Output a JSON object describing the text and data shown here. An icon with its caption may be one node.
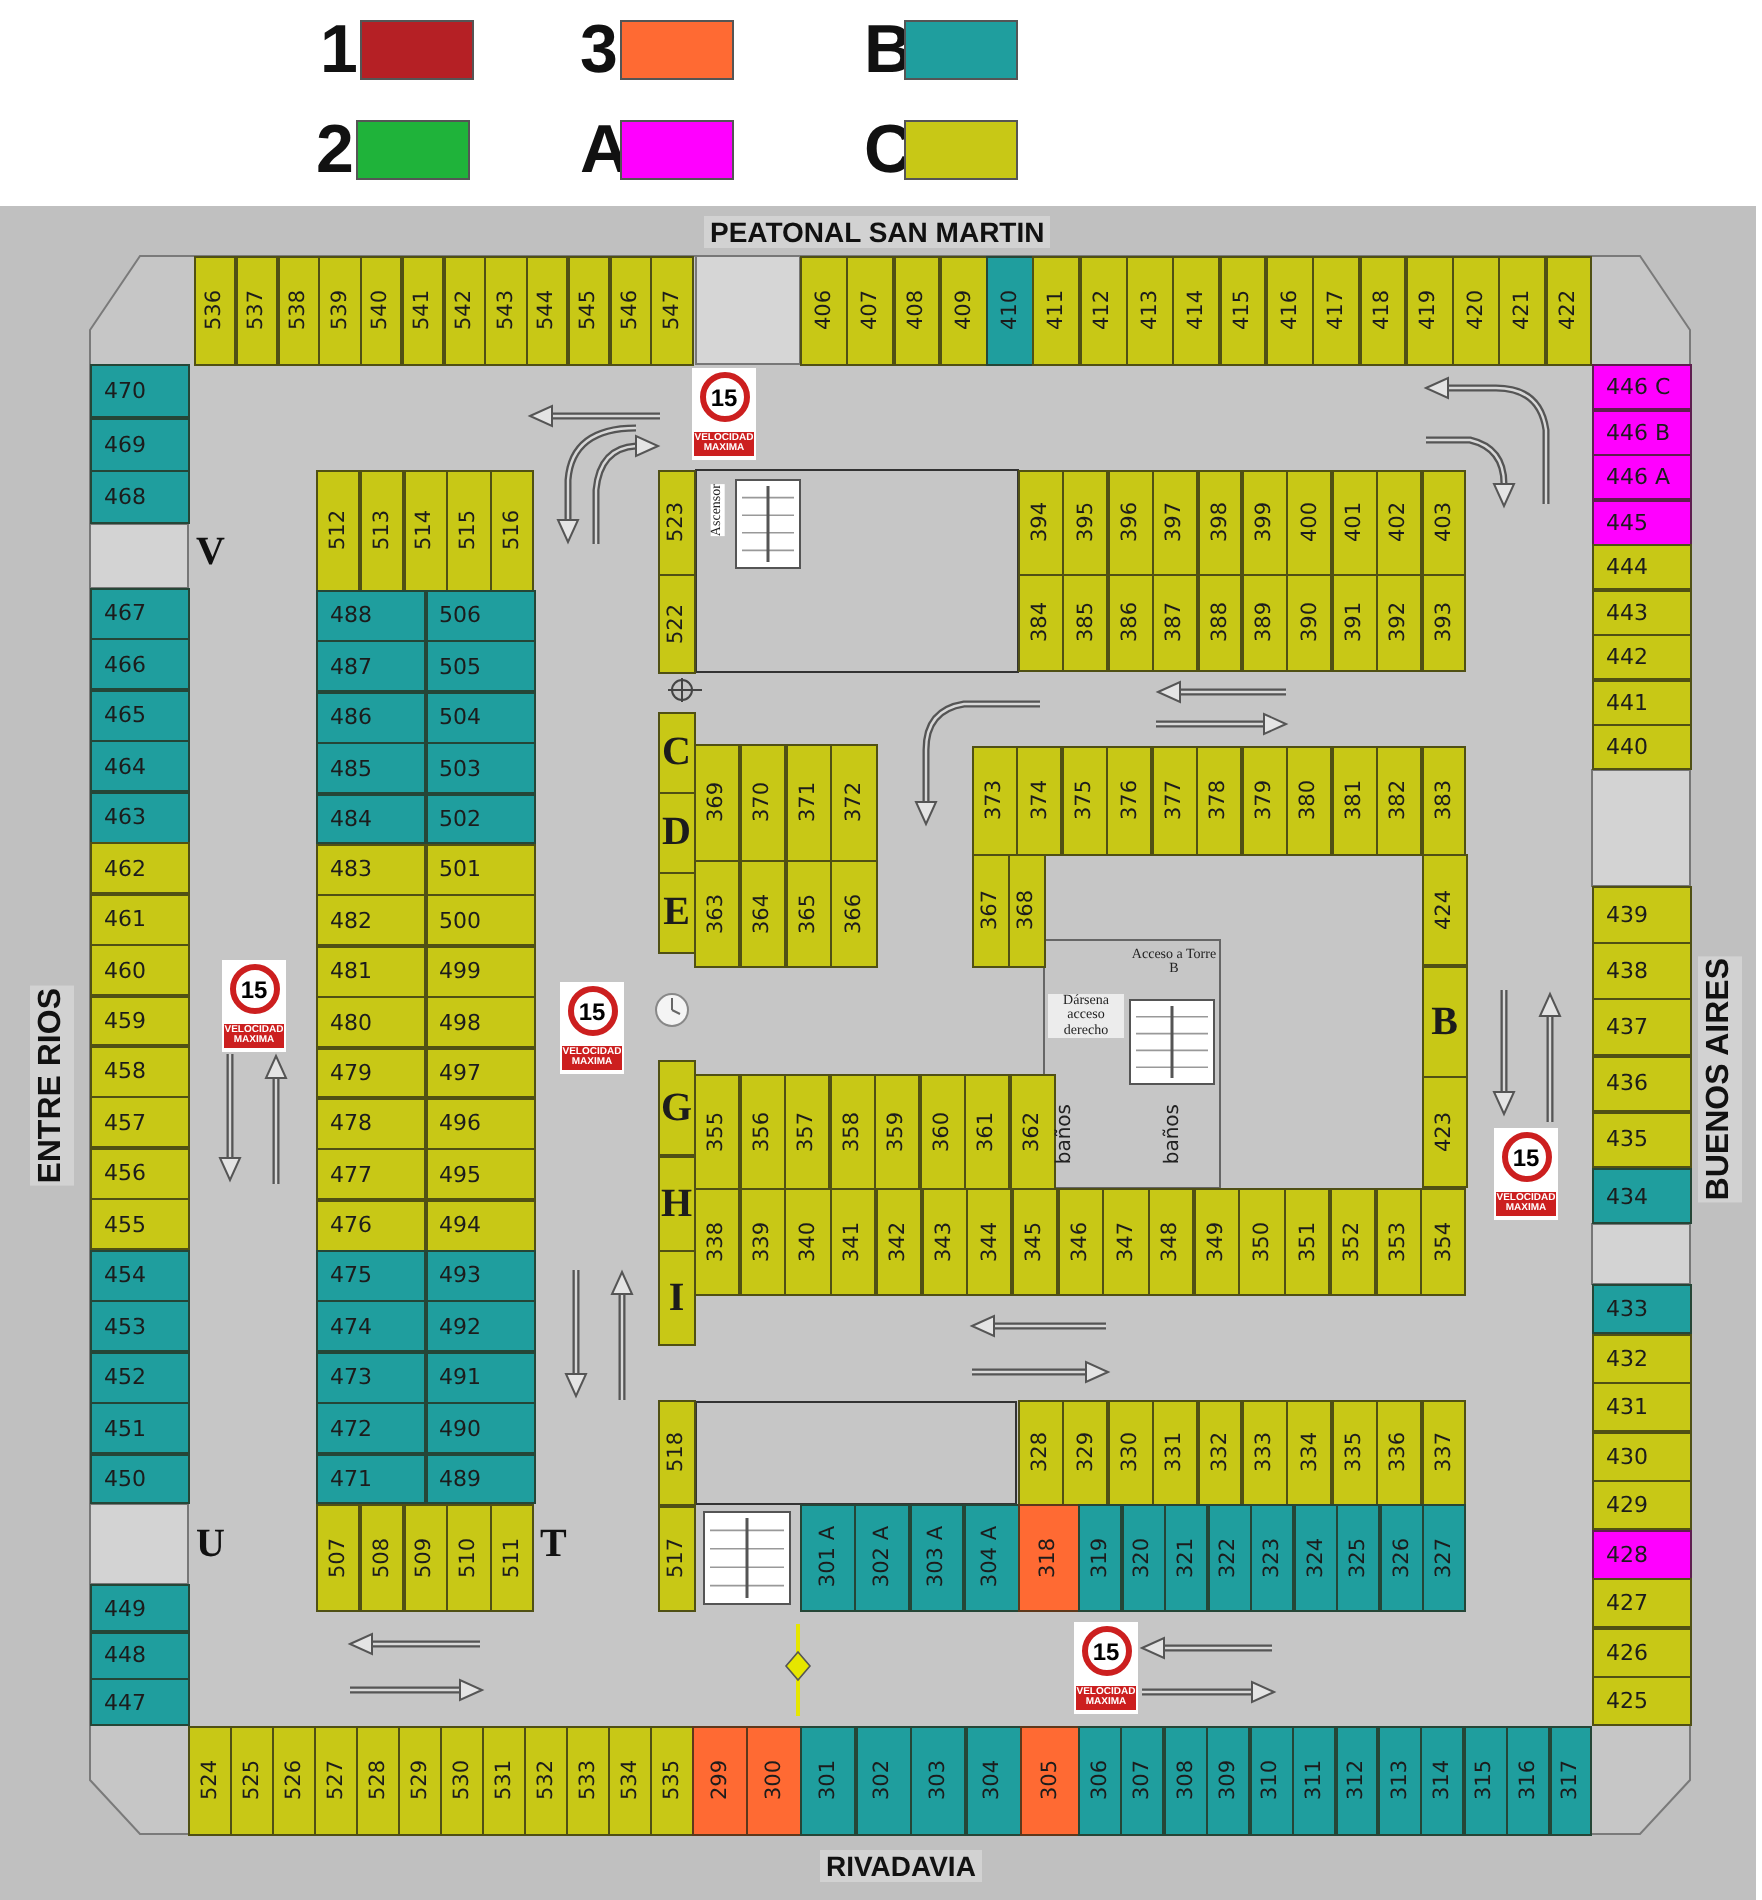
{
  "diagram": {
    "nodes": [
      {
        "text": [
          "536"
        ]
      },
      {
        "text": [
          "537"
        ]
      },
      {
        "text": [
          "538"
        ]
      },
      {
        "text": [
          "539"
        ]
      },
      {
        "text": [
          "540"
        ]
      },
      {
        "text": [
          "541"
        ]
      },
      {
        "text": [
          "542"
        ]
      },
      {
        "text": [
          "543"
        ]
      },
      {
        "text": [
          "544"
        ]
      },
      {
        "text": [
          "545"
        ]
      },
      {
        "text": [
          "546"
        ]
      },
      {
        "text": [
          "547"
        ]
      },
      {
        "text": [
          "406"
        ]
      },
      {
        "text": [
          "407"
        ]
      },
      {
        "text": [
          "408"
        ]
      },
      {
        "text": [
          "409"
        ]
      },
      {
        "text": [
          "410"
        ]
      },
      {
        "text": [
          "411"
        ]
      },
      {
        "text": [
          "412"
        ]
      },
      {
        "text": [
          "413"
        ]
      },
      {
        "text": [
          "414"
        ]
      },
      {
        "text": [
          "415"
        ]
      },
      {
        "text": [
          "416"
        ]
      },
      {
        "text": [
          "417"
        ]
      },
      {
        "text": [
          "418"
        ]
      },
      {
        "text": [
          "419"
        ]
      },
      {
        "text": [
          "420"
        ]
      },
      {
        "text": [
          "421"
        ]
      },
      {
        "text": [
          "422"
        ]
      },
      {
        "text": [
          "470"
        ]
      },
      {
        "text": [
          "469"
        ]
      },
      {
        "text": [
          "468"
        ]
      },
      {
        "text": [
          "467"
        ]
      },
      {
        "text": [
          "466"
        ]
      },
      {
        "text": [
          "465"
        ]
      },
      {
        "text": [
          "464"
        ]
      },
      {
        "text": [
          "463"
        ]
      },
      {
        "text": [
          "462"
        ]
      },
      {
        "text": [
          "461"
        ]
      },
      {
        "text": [
          "460"
        ]
      },
      {
        "text": [
          "459"
        ]
      },
      {
        "text": [
          "458"
        ]
      },
      {
        "text": [
          "457"
        ]
      },
      {
        "text": [
          "456"
        ]
      },
      {
        "text": [
          "455"
        ]
      },
      {
        "text": [
          "454"
        ]
      },
      {
        "text": [
          "453"
        ]
      },
      {
        "text": [
          "452"
        ]
      },
      {
        "text": [
          "451"
        ]
      },
      {
        "text": [
          "450"
        ]
      },
      {
        "text": [
          "449"
        ]
      },
      {
        "text": [
          "448"
        ]
      },
      {
        "text": [
          "447"
        ]
      },
      {
        "text": [
          "446 C"
        ]
      },
      {
        "text": [
          "446 B"
        ]
      },
      {
        "text": [
          "446 A"
        ]
      },
      {
        "text": [
          "445"
        ]
      },
      {
        "text": [
          "444"
        ]
      },
      {
        "text": [
          "443"
        ]
      },
      {
        "text": [
          "442"
        ]
      },
      {
        "text": [
          "441"
        ]
      },
      {
        "text": [
          "440"
        ]
      },
      {
        "text": [
          "439"
        ]
      },
      {
        "text": [
          "438"
        ]
      },
      {
        "text": [
          "437"
        ]
      },
      {
        "text": [
          "436"
        ]
      },
      {
        "text": [
          "435"
        ]
      },
      {
        "text": [
          "434"
        ]
      },
      {
        "text": [
          "433"
        ]
      },
      {
        "text": [
          "432"
        ]
      },
      {
        "text": [
          "431"
        ]
      },
      {
        "text": [
          "430"
        ]
      },
      {
        "text": [
          "429"
        ]
      },
      {
        "text": [
          "428"
        ]
      },
      {
        "text": [
          "427"
        ]
      },
      {
        "text": [
          "426"
        ]
      },
      {
        "text": [
          "425"
        ]
      },
      {
        "text": [
          "524"
        ]
      },
      {
        "text": [
          "525"
        ]
      },
      {
        "text": [
          "526"
        ]
      },
      {
        "text": [
          "527"
        ]
      },
      {
        "text": [
          "528"
        ]
      },
      {
        "text": [
          "529"
        ]
      },
      {
        "text": [
          "530"
        ]
      },
      {
        "text": [
          "531"
        ]
      },
      {
        "text": [
          "532"
        ]
      },
      {
        "text": [
          "533"
        ]
      },
      {
        "text": [
          "534"
        ]
      },
      {
        "text": [
          "535"
        ]
      },
      {
        "text": [
          "299"
        ]
      },
      {
        "text": [
          "300"
        ]
      },
      {
        "text": [
          "301"
        ]
      },
      {
        "text": [
          "302"
        ]
      },
      {
        "text": [
          "303"
        ]
      },
      {
        "text": [
          "304"
        ]
      },
      {
        "text": [
          "305"
        ]
      },
      {
        "text": [
          "306"
        ]
      },
      {
        "text": [
          "307"
        ]
      },
      {
        "text": [
          "308"
        ]
      },
      {
        "text": [
          "309"
        ]
      },
      {
        "text": [
          "310"
        ]
      },
      {
        "text": [
          "311"
        ]
      },
      {
        "text": [
          "312"
        ]
      },
      {
        "text": [
          "313"
        ]
      },
      {
        "text": [
          "314"
        ]
      },
      {
        "text": [
          "315"
        ]
      },
      {
        "text": [
          "316"
        ]
      },
      {
        "text": [
          "317"
        ]
      },
      {
        "text": [
          "512"
        ]
      },
      {
        "text": [
          "513"
        ]
      },
      {
        "text": [
          "514"
        ]
      },
      {
        "text": [
          "515"
        ]
      },
      {
        "text": [
          "516"
        ]
      },
      {
        "text": [
          "488"
        ]
      },
      {
        "text": [
          "506"
        ]
      },
      {
        "text": [
          "487"
        ]
      },
      {
        "text": [
          "505"
        ]
      },
      {
        "text": [
          "486"
        ]
      },
      {
        "text": [
          "504"
        ]
      },
      {
        "text": [
          "485"
        ]
      },
      {
        "text": [
          "503"
        ]
      },
      {
        "text": [
          "484"
        ]
      },
      {
        "text": [
          "502"
        ]
      },
      {
        "text": [
          "483"
        ]
      },
      {
        "text": [
          "501"
        ]
      },
      {
        "text": [
          "482"
        ]
      },
      {
        "text": [
          "500"
        ]
      },
      {
        "text": [
          "481"
        ]
      },
      {
        "text": [
          "499"
        ]
      },
      {
        "text": [
          "480"
        ]
      },
      {
        "text": [
          "498"
        ]
      },
      {
        "text": [
          "479"
        ]
      },
      {
        "text": [
          "497"
        ]
      },
      {
        "text": [
          "478"
        ]
      },
      {
        "text": [
          "496"
        ]
      },
      {
        "text": [
          "477"
        ]
      },
      {
        "text": [
          "495"
        ]
      },
      {
        "text": [
          "476"
        ]
      },
      {
        "text": [
          "494"
        ]
      },
      {
        "text": [
          "475"
        ]
      },
      {
        "text": [
          "493"
        ]
      },
      {
        "text": [
          "474"
        ]
      },
      {
        "text": [
          "492"
        ]
      },
      {
        "text": [
          "473"
        ]
      },
      {
        "text": [
          "491"
        ]
      },
      {
        "text": [
          "472"
        ]
      },
      {
        "text": [
          "490"
        ]
      },
      {
        "text": [
          "471"
        ]
      },
      {
        "text": [
          "489"
        ]
      },
      {
        "text": [
          "507"
        ]
      },
      {
        "text": [
          "508"
        ]
      },
      {
        "text": [
          "509"
        ]
      },
      {
        "text": [
          "510"
        ]
      },
      {
        "text": [
          "511"
        ]
      },
      {
        "text": [
          "523"
        ]
      },
      {
        "text": [
          "522"
        ]
      },
      {
        "text": [
          "C"
        ]
      },
      {
        "text": [
          "D"
        ]
      },
      {
        "text": [
          "E"
        ]
      },
      {
        "text": [
          "G"
        ]
      },
      {
        "text": [
          "H"
        ]
      },
      {
        "text": [
          "I"
        ]
      },
      {
        "text": [
          "518"
        ]
      },
      {
        "text": [
          "517"
        ]
      },
      {
        "text": [
          "394"
        ]
      },
      {
        "text": [
          "395"
        ]
      },
      {
        "text": [
          "396"
        ]
      },
      {
        "text": [
          "397"
        ]
      },
      {
        "text": [
          "398"
        ]
      },
      {
        "text": [
          "399"
        ]
      },
      {
        "text": [
          "400"
        ]
      },
      {
        "text": [
          "401"
        ]
      },
      {
        "text": [
          "402"
        ]
      },
      {
        "text": [
          "403"
        ]
      },
      {
        "text": [
          "384"
        ]
      },
      {
        "text": [
          "385"
        ]
      },
      {
        "text": [
          "386"
        ]
      },
      {
        "text": [
          "387"
        ]
      },
      {
        "text": [
          "388"
        ]
      },
      {
        "text": [
          "389"
        ]
      },
      {
        "text": [
          "390"
        ]
      },
      {
        "text": [
          "391"
        ]
      },
      {
        "text": [
          "392"
        ]
      },
      {
        "text": [
          "393"
        ]
      },
      {
        "text": [
          "369"
        ]
      },
      {
        "text": [
          "370"
        ]
      },
      {
        "text": [
          "371"
        ]
      },
      {
        "text": [
          "372"
        ]
      },
      {
        "text": [
          "363"
        ]
      },
      {
        "text": [
          "364"
        ]
      },
      {
        "text": [
          "365"
        ]
      },
      {
        "text": [
          "366"
        ]
      },
      {
        "text": [
          "373"
        ]
      },
      {
        "text": [
          "374"
        ]
      },
      {
        "text": [
          "375"
        ]
      },
      {
        "text": [
          "376"
        ]
      },
      {
        "text": [
          "377"
        ]
      },
      {
        "text": [
          "378"
        ]
      },
      {
        "text": [
          "379"
        ]
      },
      {
        "text": [
          "380"
        ]
      },
      {
        "text": [
          "381"
        ]
      },
      {
        "text": [
          "382"
        ]
      },
      {
        "text": [
          "383"
        ]
      },
      {
        "text": [
          "367"
        ]
      },
      {
        "text": [
          "368"
        ]
      },
      {
        "text": [
          "424"
        ]
      },
      {
        "text": [
          "B"
        ]
      },
      {
        "text": [
          "423"
        ]
      },
      {
        "text": [
          "355"
        ]
      },
      {
        "text": [
          "356"
        ]
      },
      {
        "text": [
          "357"
        ]
      },
      {
        "text": [
          "358"
        ]
      },
      {
        "text": [
          "359"
        ]
      },
      {
        "text": [
          "360"
        ]
      },
      {
        "text": [
          "361"
        ]
      },
      {
        "text": [
          "362"
        ]
      },
      {
        "text": [
          "338"
        ]
      },
      {
        "text": [
          "339"
        ]
      },
      {
        "text": [
          "340"
        ]
      },
      {
        "text": [
          "341"
        ]
      },
      {
        "text": [
          "342"
        ]
      },
      {
        "text": [
          "343"
        ]
      },
      {
        "text": [
          "344"
        ]
      },
      {
        "text": [
          "345"
        ]
      },
      {
        "text": [
          "346"
        ]
      },
      {
        "text": [
          "347"
        ]
      },
      {
        "text": [
          "348"
        ]
      },
      {
        "text": [
          "349"
        ]
      },
      {
        "text": [
          "350"
        ]
      },
      {
        "text": [
          "351"
        ]
      },
      {
        "text": [
          "352"
        ]
      },
      {
        "text": [
          "353"
        ]
      },
      {
        "text": [
          "354"
        ]
      },
      {
        "text": [
          "328"
        ]
      },
      {
        "text": [
          "329"
        ]
      },
      {
        "text": [
          "330"
        ]
      },
      {
        "text": [
          "331"
        ]
      },
      {
        "text": [
          "332"
        ]
      },
      {
        "text": [
          "333"
        ]
      },
      {
        "text": [
          "334"
        ]
      },
      {
        "text": [
          "335"
        ]
      },
      {
        "text": [
          "336"
        ]
      },
      {
        "text": [
          "337"
        ]
      },
      {
        "text": [
          "301 A"
        ]
      },
      {
        "text": [
          "302 A"
        ]
      },
      {
        "text": [
          "303 A"
        ]
      },
      {
        "text": [
          "304 A"
        ]
      },
      {
        "text": [
          "318"
        ]
      },
      {
        "text": [
          "319"
        ]
      },
      {
        "text": [
          "320"
        ]
      },
      {
        "text": [
          "321"
        ]
      },
      {
        "text": [
          "322"
        ]
      },
      {
        "text": [
          "323"
        ]
      },
      {
        "text": [
          "324"
        ]
      },
      {
        "text": [
          "325"
        ]
      },
      {
        "text": [
          "326"
        ]
      },
      {
        "text": [
          "327"
        ]
      }
    ],
    "labels": [
      "PEATONAL SAN MARTIN",
      "ENTRE RIOS",
      "BUENOS AIRES",
      "RIVADAVIA",
      "V",
      "U",
      "T",
      "Ascensor",
      "Acceso a Torre B",
      "Dársena acceso derecho",
      "baños",
      "baños",
      "15",
      "VELOCIDAD MAXIMA",
      "15",
      "VELOCIDAD MAXIMA",
      "15",
      "VELOCIDAD MAXIMA",
      "15",
      "VELOCIDAD MAXIMA",
      "15",
      "VELOCIDAD MAXIMA"
    ],
    "legend": [
      {
        "text": "1",
        "color": "#b52025"
      },
      {
        "text": "3",
        "color": "#ff6a33"
      },
      {
        "text": "B",
        "color": "#1f9e9e"
      },
      {
        "text": "2",
        "color": "#1fb33a"
      },
      {
        "text": "A",
        "color": "#ff00ff"
      },
      {
        "text": "C",
        "color": "#c8c816"
      }
    ]
  }
}
